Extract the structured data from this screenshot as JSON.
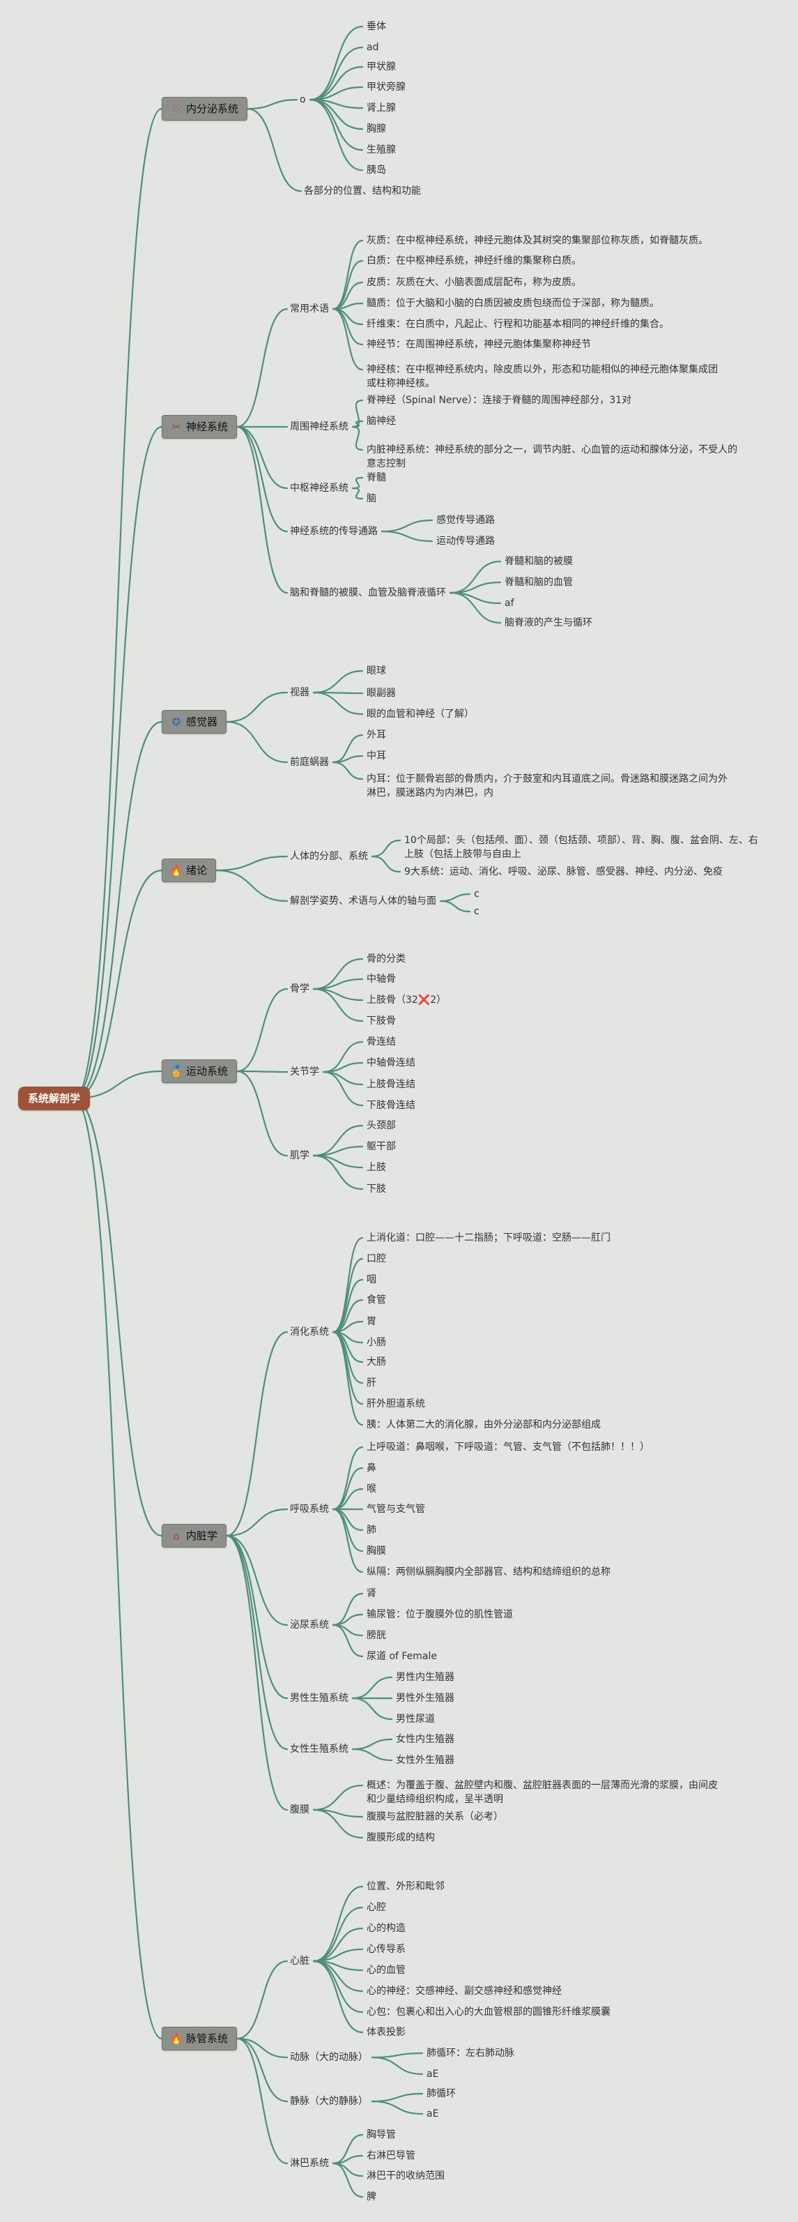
{
  "colors": {
    "background": "#e3e5e2",
    "edge": "#4f8d7c",
    "root": "#9c5339",
    "category": "#8e918b"
  },
  "mindmap": {
    "label": "系统解剖学",
    "children": [
      {
        "label": "内分泌系统",
        "icon": "heart-icon",
        "glyph": "♡",
        "glyph_color": "#c0392b",
        "children": [
          {
            "label": "o",
            "children": [
              {
                "label": "垂体"
              },
              {
                "label": "ad"
              },
              {
                "label": "甲状腺"
              },
              {
                "label": "甲状旁腺"
              },
              {
                "label": "肾上腺"
              },
              {
                "label": "胸腺"
              },
              {
                "label": "生殖腺"
              },
              {
                "label": "胰岛"
              }
            ]
          },
          {
            "label": "各部分的位置、结构和功能"
          }
        ]
      },
      {
        "label": "神经系统",
        "icon": "tools-icon",
        "glyph": "✂",
        "glyph_color": "#c0392b",
        "children": [
          {
            "label": "常用术语",
            "children": [
              {
                "label": "灰质：在中枢神经系统，神经元胞体及其树突的集聚部位称灰质，如脊髓灰质。"
              },
              {
                "label": "白质：在中枢神经系统，神经纤维的集聚称白质。"
              },
              {
                "label": "皮质：灰质在大、小脑表面成层配布，称为皮质。"
              },
              {
                "label": "髓质：位于大脑和小脑的白质因被皮质包绕而位于深部，称为髓质。"
              },
              {
                "label": "纤维束：在白质中，凡起止、行程和功能基本相同的神经纤维的集合。"
              },
              {
                "label": "神经节：在周围神经系统，神经元胞体集聚称神经节"
              },
              {
                "label": "神经核：在中枢神经系统内，除皮质以外，形态和功能相似的神经元胞体聚集成团或柱称神经核。"
              }
            ]
          },
          {
            "label": "周围神经系统",
            "children": [
              {
                "label": "脊神经（Spinal Nerve）：连接于脊髓的周围神经部分，31对"
              },
              {
                "label": "脑神经"
              },
              {
                "label": "内脏神经系统：神经系统的部分之一，调节内脏、心血管的运动和腺体分泌，不受人的意志控制"
              }
            ]
          },
          {
            "label": "中枢神经系统",
            "children": [
              {
                "label": "脊髓"
              },
              {
                "label": "脑"
              }
            ]
          },
          {
            "label": "神经系统的传导通路",
            "children": [
              {
                "label": "感觉传导通路"
              },
              {
                "label": "运动传导通路"
              }
            ]
          },
          {
            "label": "脑和脊髓的被膜、血管及脑脊液循环",
            "children": [
              {
                "label": "脊髓和脑的被膜"
              },
              {
                "label": "脊髓和脑的血管"
              },
              {
                "label": "af"
              },
              {
                "label": "脑脊液的产生与循环"
              }
            ]
          }
        ]
      },
      {
        "label": "感觉器",
        "icon": "star-icon",
        "glyph": "✪",
        "glyph_color": "#3a6fb0",
        "children": [
          {
            "label": "视器",
            "children": [
              {
                "label": "眼球"
              },
              {
                "label": "眼副器"
              },
              {
                "label": "眼的血管和神经（了解）"
              }
            ]
          },
          {
            "label": "前庭蜗器",
            "children": [
              {
                "label": "外耳"
              },
              {
                "label": "中耳"
              },
              {
                "label": "内耳：位于颞骨岩部的骨质内，介于鼓室和内耳道底之间。骨迷路和膜迷路之间为外淋巴，膜迷路内为内淋巴，内"
              }
            ]
          }
        ]
      },
      {
        "label": "绪论",
        "icon": "fire-icon",
        "glyph": "🔥",
        "glyph_color": "#e05a2b",
        "children": [
          {
            "label": "人体的分部、系统",
            "children": [
              {
                "label": "10个局部：头（包括颅、面）、颈（包括颈、项部）、背、胸、腹、盆会阴、左、右上肢（包括上肢带与自由上"
              },
              {
                "label": "9大系统：运动、消化、呼吸、泌尿、脉管、感受器、神经、内分泌、免疫"
              }
            ]
          },
          {
            "label": "解剖学姿势、术语与人体的轴与面",
            "children": [
              {
                "label": "c"
              },
              {
                "label": "c"
              }
            ]
          }
        ]
      },
      {
        "label": "运动系统",
        "icon": "medal-icon",
        "glyph": "🏅",
        "glyph_color": "#d9a21b",
        "children": [
          {
            "label": "骨学",
            "children": [
              {
                "label": "骨的分类"
              },
              {
                "label": "中轴骨"
              },
              {
                "label": "上肢骨（32❌2）"
              },
              {
                "label": "下肢骨"
              }
            ]
          },
          {
            "label": "关节学",
            "children": [
              {
                "label": "骨连结"
              },
              {
                "label": "中轴骨连结"
              },
              {
                "label": "上肢骨连结"
              },
              {
                "label": "下肢骨连结"
              }
            ]
          },
          {
            "label": "肌学",
            "children": [
              {
                "label": "头颈部"
              },
              {
                "label": "躯干部"
              },
              {
                "label": "上肢"
              },
              {
                "label": "下肢"
              }
            ]
          }
        ]
      },
      {
        "label": "内脏学",
        "icon": "home-icon",
        "glyph": "⌂",
        "glyph_color": "#c0392b",
        "children": [
          {
            "label": "消化系统",
            "children": [
              {
                "label": "上消化道：口腔——十二指肠；下呼吸道：空肠——肛门"
              },
              {
                "label": "口腔"
              },
              {
                "label": "咽"
              },
              {
                "label": "食管"
              },
              {
                "label": "胃"
              },
              {
                "label": "小肠"
              },
              {
                "label": "大肠"
              },
              {
                "label": "肝"
              },
              {
                "label": "肝外胆道系统"
              },
              {
                "label": "胰：人体第二大的消化腺，由外分泌部和内分泌部组成"
              }
            ]
          },
          {
            "label": "呼吸系统",
            "children": [
              {
                "label": "上呼吸道：鼻咽喉，下呼吸道：气管、支气管（不包括肺！！！）"
              },
              {
                "label": "鼻"
              },
              {
                "label": "喉"
              },
              {
                "label": "气管与支气管"
              },
              {
                "label": "肺"
              },
              {
                "label": "胸膜"
              },
              {
                "label": "纵隔：两侧纵膈胸膜内全部器官、结构和结缔组织的总称"
              }
            ]
          },
          {
            "label": "泌尿系统",
            "children": [
              {
                "label": "肾"
              },
              {
                "label": "输尿管：位于腹膜外位的肌性管道"
              },
              {
                "label": "膀胱"
              },
              {
                "label": "尿道 of Female"
              }
            ]
          },
          {
            "label": "男性生殖系统",
            "children": [
              {
                "label": "男性内生殖器"
              },
              {
                "label": "男性外生殖器"
              },
              {
                "label": "男性尿道"
              }
            ]
          },
          {
            "label": "女性生殖系统",
            "children": [
              {
                "label": "女性内生殖器"
              },
              {
                "label": "女性外生殖器"
              }
            ]
          },
          {
            "label": "腹膜",
            "children": [
              {
                "label": "概述：为覆盖于腹、盆腔壁内和腹、盆腔脏器表面的一层薄而光滑的浆膜，由间皮和少量结缔组织构成，呈半透明"
              },
              {
                "label": "腹膜与盆腔脏器的关系（必考）"
              },
              {
                "label": "腹膜形成的结构"
              }
            ]
          }
        ]
      },
      {
        "label": "脉管系统",
        "icon": "fire-icon",
        "glyph": "🔥",
        "glyph_color": "#e05a2b",
        "children": [
          {
            "label": "心脏",
            "children": [
              {
                "label": "位置、外形和毗邻"
              },
              {
                "label": "心腔"
              },
              {
                "label": "心的构造"
              },
              {
                "label": "心传导系"
              },
              {
                "label": "心的血管"
              },
              {
                "label": "心的神经：交感神经、副交感神经和感觉神经"
              },
              {
                "label": "心包：包裹心和出入心的大血管根部的圆锥形纤维浆膜囊"
              },
              {
                "label": "体表投影"
              }
            ]
          },
          {
            "label": "动脉（大的动脉）",
            "children": [
              {
                "label": "肺循环：左右肺动脉"
              },
              {
                "label": "aE"
              }
            ]
          },
          {
            "label": "静脉（大的静脉）",
            "children": [
              {
                "label": "肺循环"
              },
              {
                "label": "aE"
              }
            ]
          },
          {
            "label": "淋巴系统",
            "children": [
              {
                "label": "胸导管"
              },
              {
                "label": "右淋巴导管"
              },
              {
                "label": "淋巴干的收纳范围"
              },
              {
                "label": "脾"
              }
            ]
          }
        ]
      }
    ]
  }
}
